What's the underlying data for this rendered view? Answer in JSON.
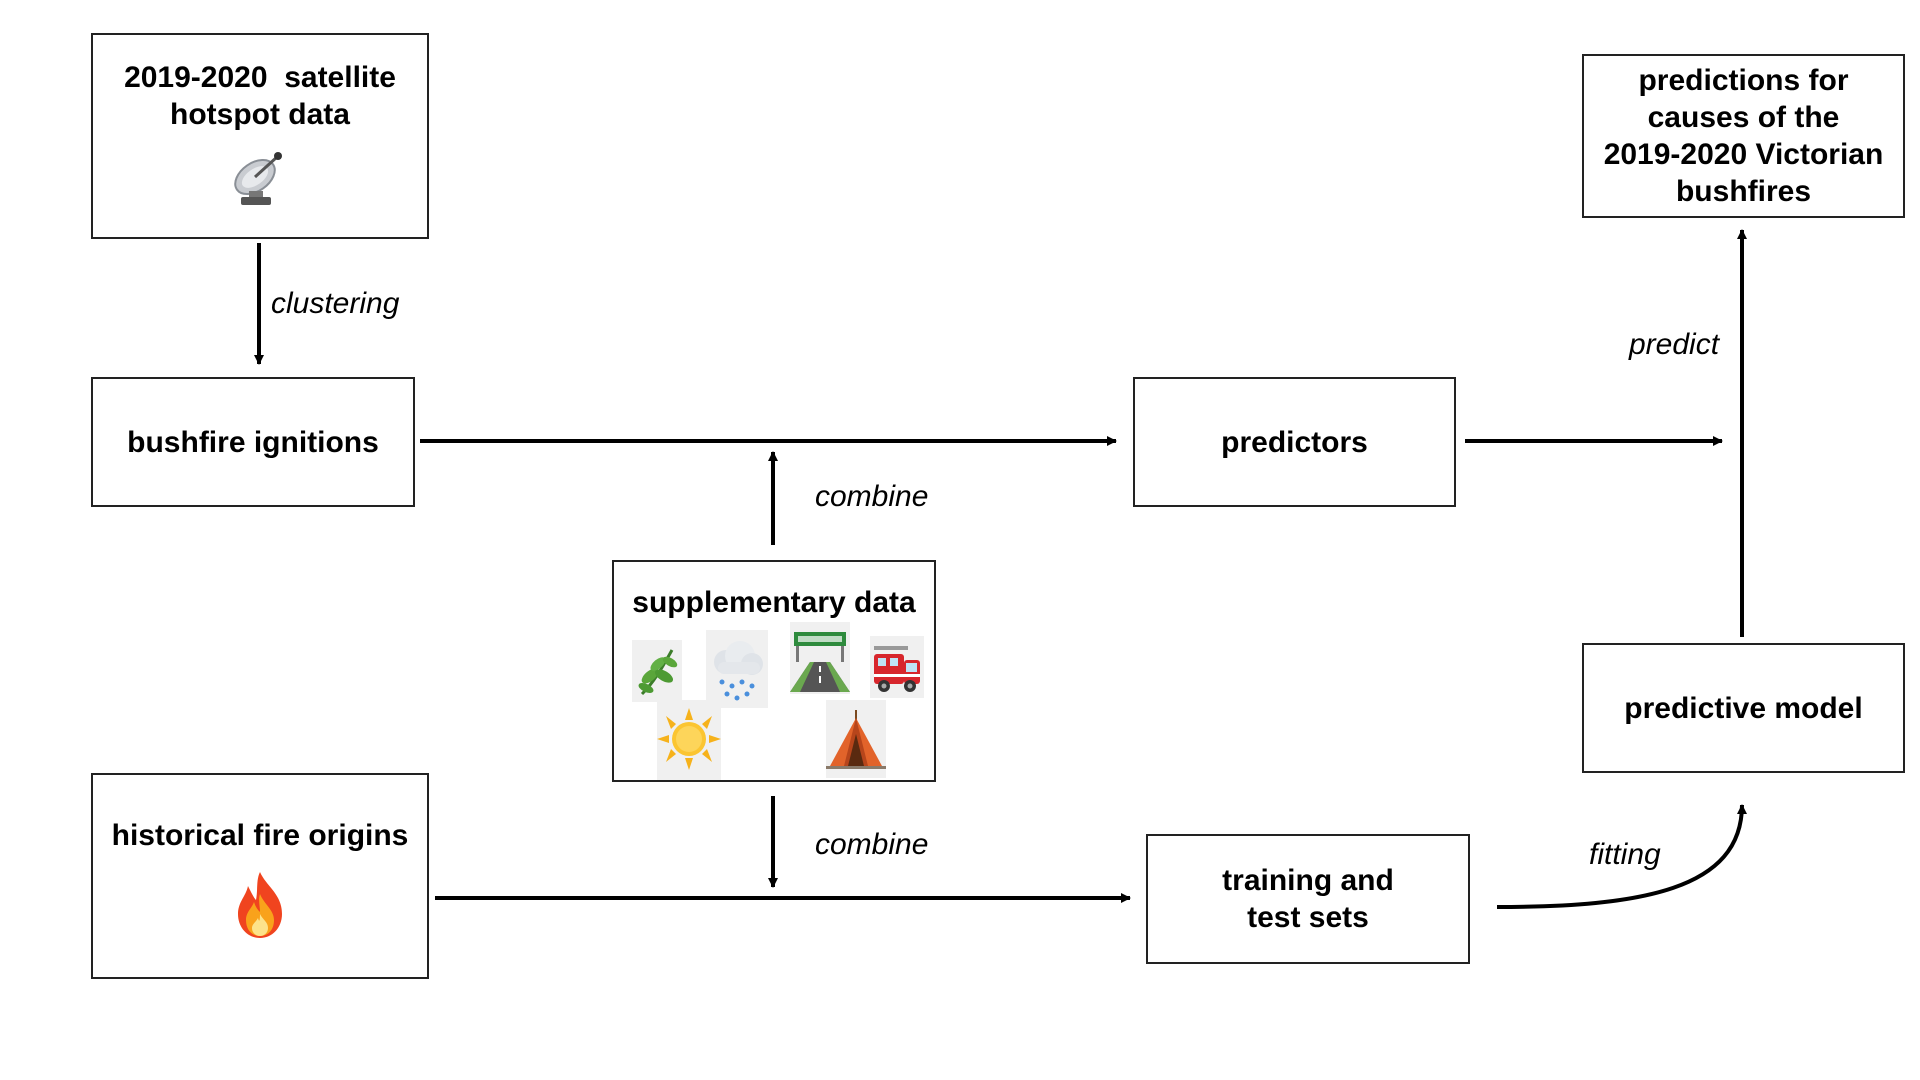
{
  "nodes": {
    "satellite": {
      "label_line1": "2019-2020  satellite",
      "label_line2": "hotspot data",
      "icon": "satellite-dish-icon"
    },
    "ignitions": {
      "label": "bushfire ignitions"
    },
    "predictors": {
      "label": "predictors"
    },
    "predictions": {
      "lines": [
        "predictions for",
        "causes of the",
        "2019-2020 Victorian",
        "bushfires"
      ]
    },
    "supplementary": {
      "label": "supplementary data",
      "icons": [
        "herb-icon",
        "rain-cloud-icon",
        "motorway-icon",
        "fire-engine-icon",
        "sun-icon",
        "tent-icon"
      ]
    },
    "historical": {
      "label": "historical fire origins",
      "icon": "fire-icon"
    },
    "training": {
      "label_line1": "training and",
      "label_line2": "test sets"
    },
    "model": {
      "label": "predictive model"
    }
  },
  "edges": {
    "clustering": "clustering",
    "combine_top": "combine",
    "combine_bottom": "combine",
    "predict": "predict",
    "fitting": "fitting"
  }
}
